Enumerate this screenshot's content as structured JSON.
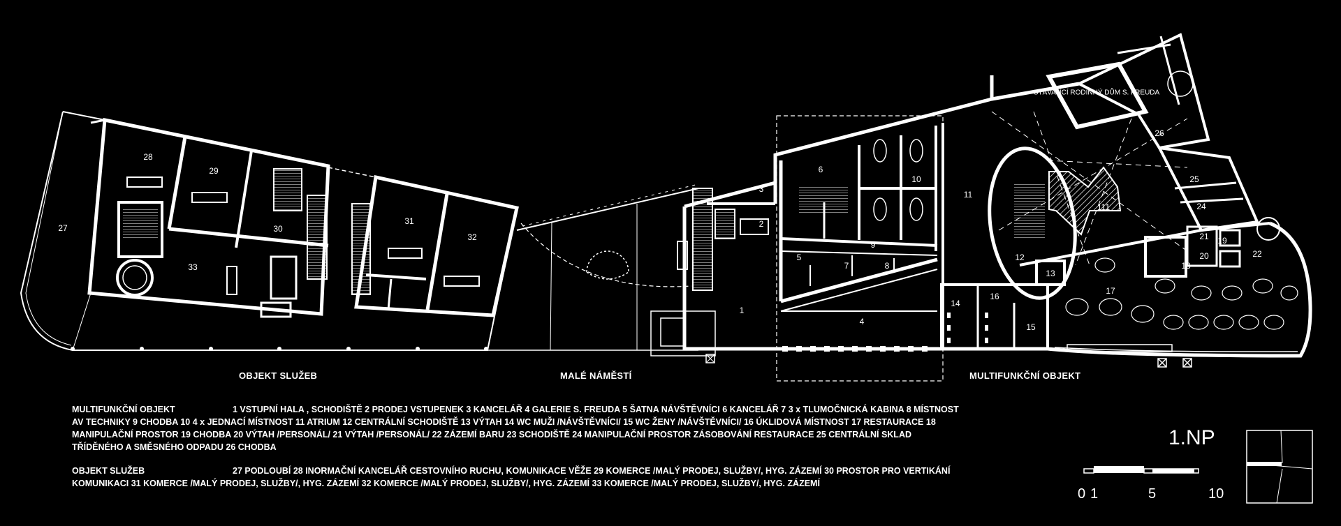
{
  "floor_label": "1.NP",
  "sections": {
    "objekt_sluzeb": "OBJEKT SLUŽEB",
    "male_namesti": "MALÉ NÁMĚSTÍ",
    "multifunkcni_objekt": "MULTIFUNKČNÍ OBJEKT"
  },
  "building_label": "STÁVAJÍCÍ RODINNÝ DŮM S. FREUDA",
  "rooms": [
    {
      "n": "1"
    },
    {
      "n": "2"
    },
    {
      "n": "3"
    },
    {
      "n": "4"
    },
    {
      "n": "5"
    },
    {
      "n": "6"
    },
    {
      "n": "7"
    },
    {
      "n": "8"
    },
    {
      "n": "9"
    },
    {
      "n": "10"
    },
    {
      "n": "11"
    },
    {
      "n": "12"
    },
    {
      "n": "13"
    },
    {
      "n": "14"
    },
    {
      "n": "15"
    },
    {
      "n": "16"
    },
    {
      "n": "17"
    },
    {
      "n": "18"
    },
    {
      "n": "19"
    },
    {
      "n": "20"
    },
    {
      "n": "21"
    },
    {
      "n": "22"
    },
    {
      "n": "24"
    },
    {
      "n": "25"
    },
    {
      "n": "26"
    },
    {
      "n": "27"
    },
    {
      "n": "28"
    },
    {
      "n": "29"
    },
    {
      "n": "30"
    },
    {
      "n": "31"
    },
    {
      "n": "32"
    },
    {
      "n": "33"
    },
    {
      "n": "111"
    }
  ],
  "legend": {
    "multi_heading": "MULTIFUNKČNÍ OBJEKT",
    "multi_text": "1 VSTUPNÍ HALA , SCHODIŠTĚ 2 PRODEJ VSTUPENEK 3 KANCELÁŘ 4 GALERIE S. FREUDA 5 ŠATNA NÁVŠTĚVNÍCI 6 KANCELÁŘ 7 3 x TLUMOČNICKÁ KABINA 8 MÍSTNOST AV TECHNIKY 9 CHODBA 10 4 x JEDNACÍ MÍSTNOST 11 ATRIUM 12 CENTRÁLNÍ SCHODIŠTĚ 13 VÝTAH 14 WC MUŽI /NÁVŠTĚVNÍCI/ 15 WC ŽENY /NÁVŠTĚVNÍCI/ 16 ÚKLIDOVÁ MÍSTNOST 17 RESTAURACE 18 MANIPULAČNÍ PROSTOR 19 CHODBA 20 VÝTAH /PERSONÁL/ 21 VÝTAH /PERSONÁL/ 22 ZÁZEMÍ BARU 23 SCHODIŠTĚ 24 MANIPULAČNÍ PROSTOR ZÁSOBOVÁNÍ RESTAURACE 25 CENTRÁLNÍ SKLAD TŘÍDĚNÉHO A SMĚSNÉHO ODPADU 26 CHODBA",
    "sluzeb_heading": "OBJEKT SLUŽEB",
    "sluzeb_text": "27 PODLOUBÍ 28 INORMAČNÍ KANCELÁŘ CESTOVNÍHO RUCHU, KOMUNIKACE VĚŽE 29 KOMERCE /MALÝ PRODEJ, SLUŽBY/, HYG. ZÁZEMÍ 30 PROSTOR PRO VERTIKÁNÍ KOMUNIKACI 31 KOMERCE /MALÝ PRODEJ, SLUŽBY/, HYG. ZÁZEMÍ 32 KOMERCE /MALÝ PRODEJ, SLUŽBY/, HYG. ZÁZEMÍ 33 KOMERCE /MALÝ PRODEJ, SLUŽBY/, HYG. ZÁZEMÍ"
  },
  "scale": {
    "t0": "0",
    "t1": "1",
    "t5": "5",
    "t10": "10"
  }
}
